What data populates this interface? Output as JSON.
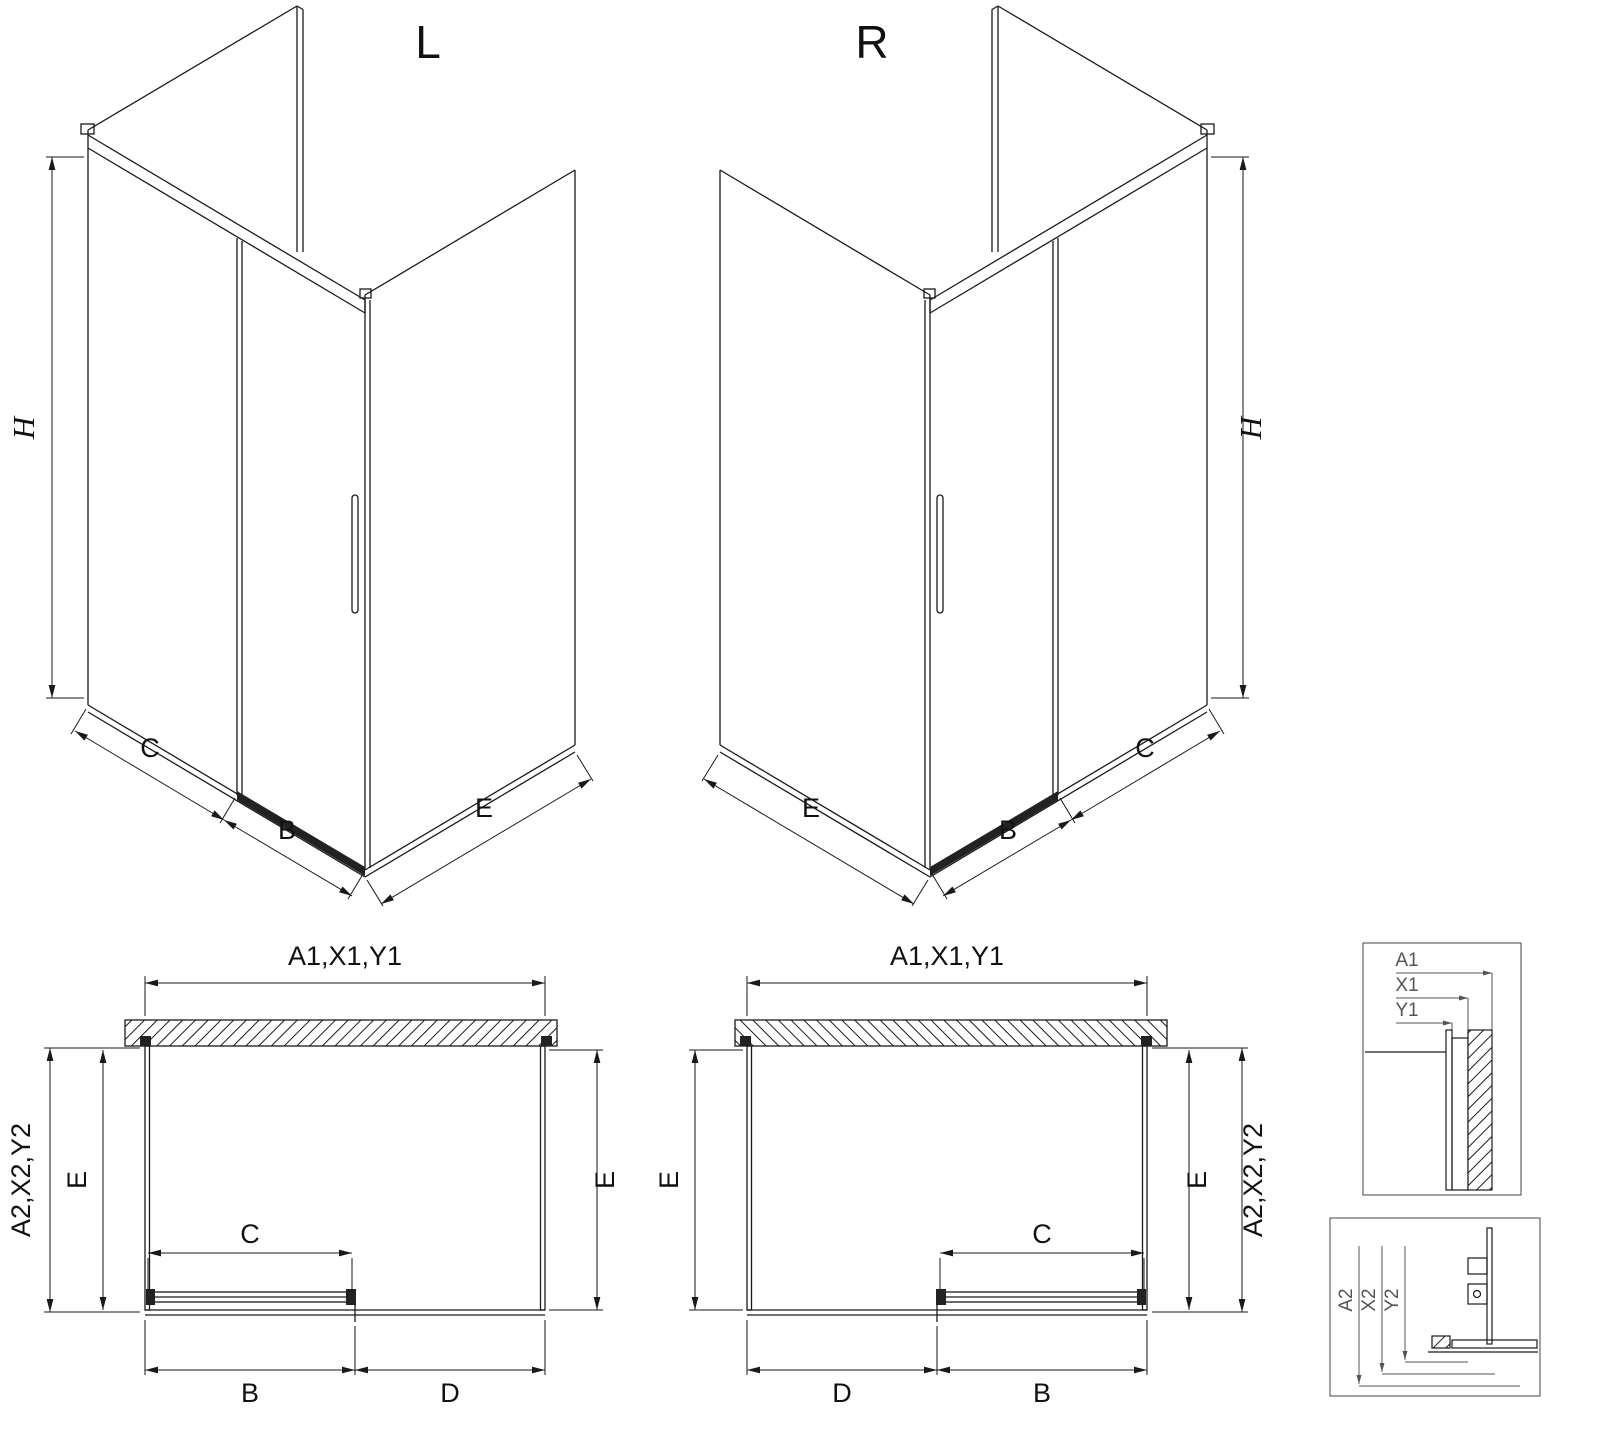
{
  "iso_left": {
    "title": "L",
    "h": "H",
    "c": "C",
    "b": "B",
    "e": "E"
  },
  "iso_right": {
    "title": "R",
    "h": "H",
    "c": "C",
    "b": "B",
    "e": "E"
  },
  "plan_left": {
    "a1": "A1,X1,Y1",
    "a2": "A2,X2,Y2",
    "e_inner": "E",
    "e_outer": "E",
    "c": "C",
    "b": "B",
    "d": "D"
  },
  "plan_right": {
    "a1": "A1,X1,Y1",
    "a2": "A2,X2,Y2",
    "e_inner": "E",
    "e_outer": "E",
    "c": "C",
    "b": "B",
    "d": "D"
  },
  "detail_wall": {
    "labels": [
      "A1",
      "X1",
      "Y1"
    ]
  },
  "detail_floor": {
    "labels": [
      "A2",
      "X2",
      "Y2"
    ]
  },
  "colors": {
    "line": "#1a1a1a",
    "detail_label": "#555555",
    "background": "#ffffff"
  }
}
